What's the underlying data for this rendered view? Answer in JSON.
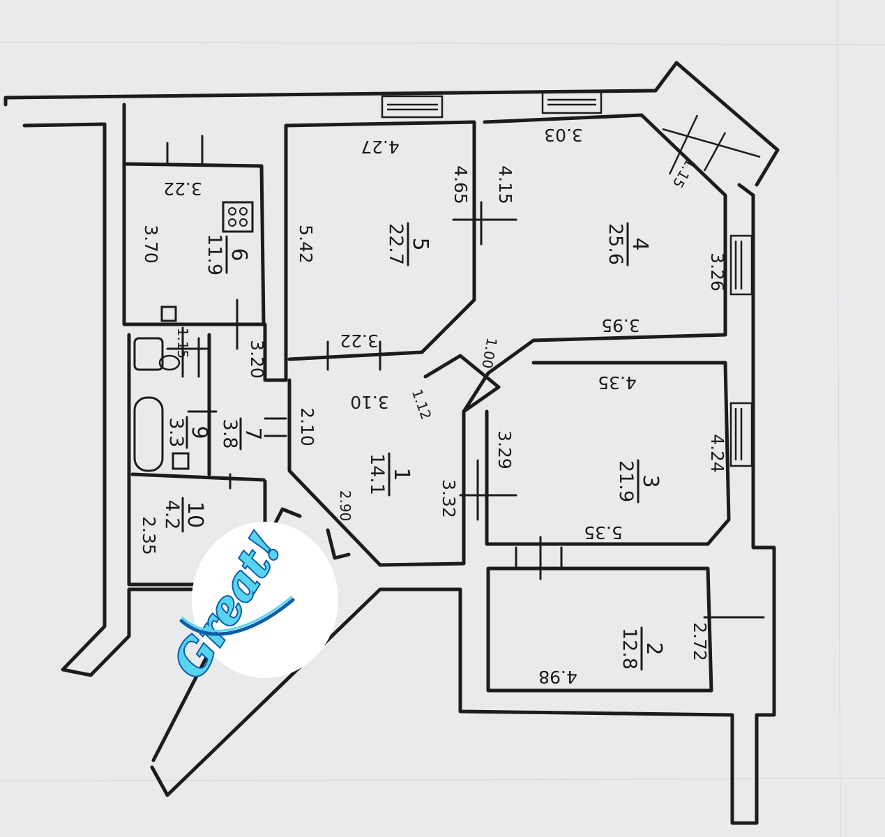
{
  "rooms": [
    {
      "number": "1",
      "area": "14.1"
    },
    {
      "number": "2",
      "area": "12.8"
    },
    {
      "number": "3",
      "area": "21.9"
    },
    {
      "number": "4",
      "area": "25.6"
    },
    {
      "number": "5",
      "area": "22.7"
    },
    {
      "number": "6",
      "area": "11.9"
    },
    {
      "number": "7",
      "area": "3.8"
    },
    {
      "number": "9",
      "area": "3.3"
    },
    {
      "number": "10",
      "area": "4.2"
    }
  ],
  "dimensions": {
    "r6_width": "3.22",
    "r6_length": "3.70",
    "r5_top": "4.27",
    "r5_left": "5.42",
    "r5_right": "4.65",
    "r5_bottom": "3.22",
    "r4_top": "3.03",
    "r4_left": "4.15",
    "r4_right": "3.26",
    "r4_bottom": "3.95",
    "r4_corner": "1.15",
    "hall_link": "1.00",
    "r1_top": "3.10",
    "r1_left": "2.10",
    "r1_right": "3.32",
    "r1_corner": "1.12",
    "r7_len": "3.20",
    "r10_len": "2.35",
    "entry_width": "2.90",
    "r9_label": "1.15",
    "r3_top": "4.35",
    "r3_left": "3.29",
    "r3_right": "4.24",
    "r3_bottom": "5.35",
    "r2_bottom": "4.98",
    "r2_right": "2.72"
  },
  "sticker": {
    "text": "Great!"
  }
}
